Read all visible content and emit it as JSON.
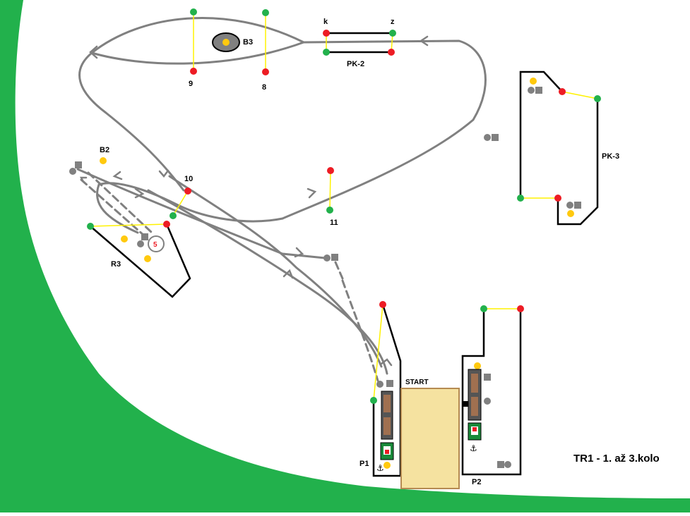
{
  "colors": {
    "background": "#ffffff",
    "land": "#22b14c",
    "track": "#808080",
    "wall": "#000000",
    "gate_red": "#ed1c24",
    "gate_green": "#22b14c",
    "buoy": "#ffc90e",
    "gate_line": "#fff200",
    "start_box": "#f5e2a0",
    "start_box_border": "#b58a52",
    "boat_hull": "#a07050",
    "boat_cabin": "#1a8a3a"
  },
  "labels": {
    "B3": "B3",
    "k": "k",
    "z": "z",
    "PK2": "PK-2",
    "n9": "9",
    "n8": "8",
    "PK3": "PK-3",
    "B2": "B2",
    "n10": "10",
    "n11": "11",
    "n5": "5",
    "R3": "R3",
    "START": "START",
    "P1": "P1",
    "P2": "P2",
    "title": "TR1 - 1. až 3.kolo"
  },
  "icons": {
    "anchor_p1": "⚓",
    "anchor_p2": "⚓"
  }
}
